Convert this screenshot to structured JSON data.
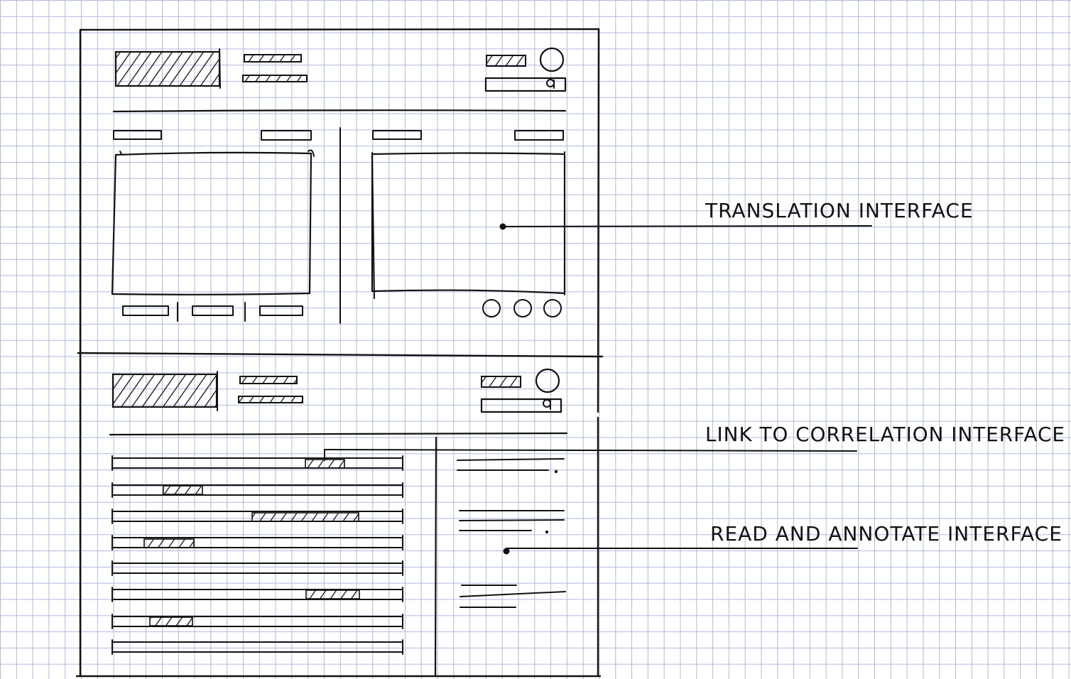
{
  "annotations": {
    "translation": "TRANSLATION INTERFACE",
    "correlation": "LINK TO CORRELATION INTERFACE",
    "annotate": "READ AND ANNOTATE INTERFACE"
  },
  "colors": {
    "ink": "#111111",
    "grid": "#aeb9dc",
    "paper": "#ffffff"
  }
}
